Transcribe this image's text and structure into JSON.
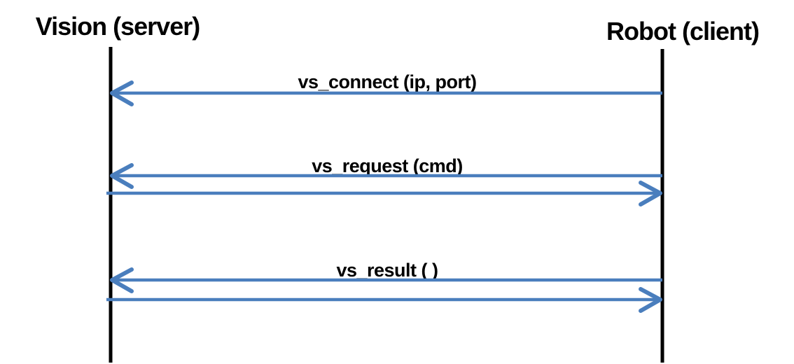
{
  "diagram": {
    "type": "sequence-diagram",
    "left_actor": {
      "label": "Vision (server)",
      "role": "server"
    },
    "right_actor": {
      "label": "Robot (client)",
      "role": "client"
    },
    "messages": [
      {
        "label": "vs_connect (ip, port)",
        "from": "Robot (client)",
        "to": "Vision (server)",
        "has_reply_arrow": false
      },
      {
        "label": "vs_request (cmd)",
        "from": "Robot (client)",
        "to": "Vision (server)",
        "has_reply_arrow": true
      },
      {
        "label": "vs_result ( )",
        "from": "Robot (client)",
        "to": "Vision (server)",
        "has_reply_arrow": true
      }
    ],
    "colors": {
      "arrow": "#4a7ebd",
      "lifeline": "#000000",
      "text": "#000000",
      "background": "#ffffff"
    }
  }
}
